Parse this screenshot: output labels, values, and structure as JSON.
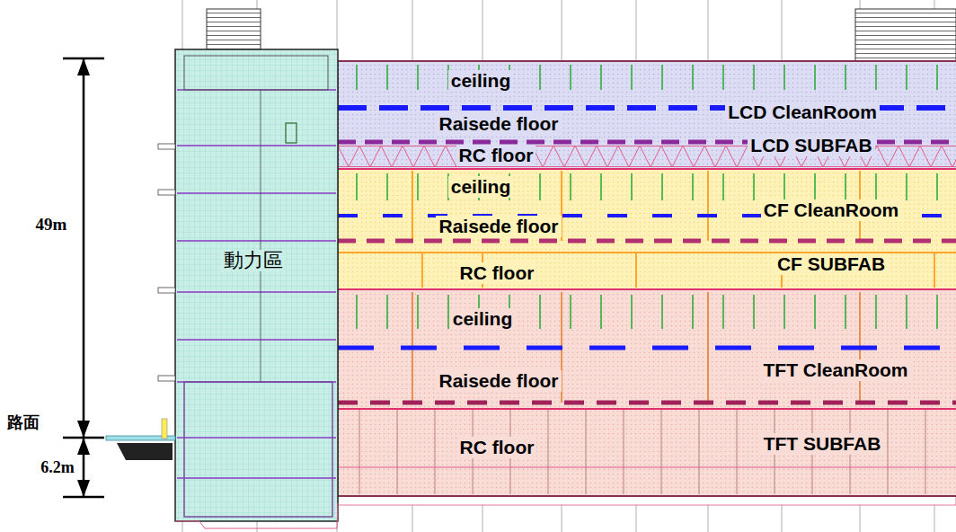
{
  "diagram": {
    "nodes": [
      {
        "text": [
          "動力區"
        ]
      },
      {
        "text": [
          "ceiling",
          "Raisede floor",
          "RC floor",
          "LCD CleanRoom",
          "LCD SUBFAB"
        ]
      },
      {
        "text": [
          "ceiling",
          "Raisede floor",
          "CF CleanRoom",
          "RC floor",
          "CF SUBFAB"
        ]
      },
      {
        "text": [
          "ceiling",
          "Raisede floor",
          "TFT CleanRoom",
          "RC floor",
          "TFT SUBFAB"
        ]
      }
    ],
    "labels": [
      "49m",
      "路面",
      "6.2m"
    ]
  }
}
